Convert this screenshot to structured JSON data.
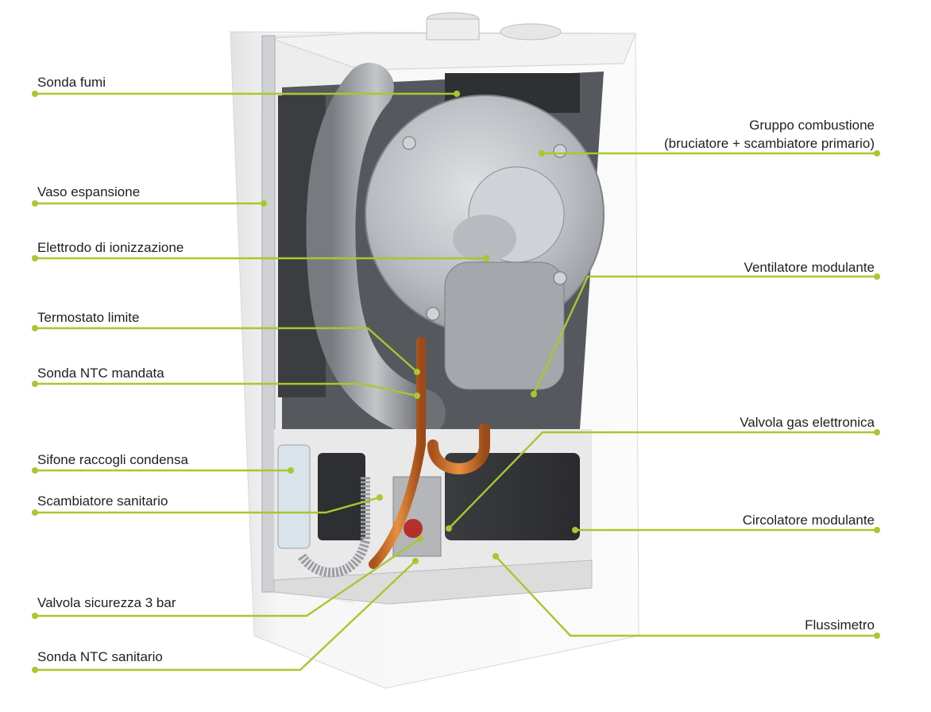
{
  "accent_color": "#a9c72e",
  "diagram": {
    "subject": "boiler-cutaway",
    "labels": {
      "sonda_fumi": "Sonda fumi",
      "vaso_espansione": "Vaso espansione",
      "elettrodo": "Elettrodo di ionizzazione",
      "termostato": "Termostato limite",
      "sonda_ntc_mandata": "Sonda NTC mandata",
      "sifone": "Sifone raccogli condensa",
      "scambiatore_sanitario": "Scambiatore sanitario",
      "valvola_sicurezza": "Valvola sicurezza 3 bar",
      "sonda_ntc_sanitario": "Sonda NTC sanitario",
      "gruppo_combustione_line1": "Gruppo combustione",
      "gruppo_combustione_line2": "(bruciatore + scambiatore primario)",
      "ventilatore": "Ventilatore modulante",
      "valvola_gas": "Valvola gas elettronica",
      "circolatore": "Circolatore modulante",
      "flussimetro": "Flussimetro"
    }
  }
}
